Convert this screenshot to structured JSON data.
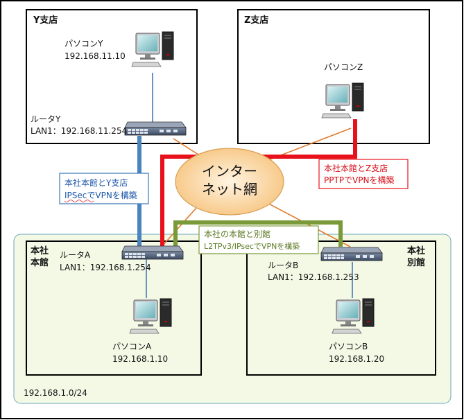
{
  "offices": {
    "y_branch": {
      "title": "Y支店"
    },
    "z_branch": {
      "title": "Z支店"
    },
    "hq_main": {
      "title_line1": "本社",
      "title_line2": "本館"
    },
    "hq_annex": {
      "title_line1": "本社",
      "title_line2": "別館"
    }
  },
  "devices": {
    "pc_y": {
      "name": "パソコンY",
      "ip": "192.168.11.10"
    },
    "router_y": {
      "name": "ルータY",
      "lan": "LAN1：192.168.11.254"
    },
    "pc_z": {
      "name": "パソコンZ"
    },
    "router_a": {
      "name": "ルータA",
      "lan": "LAN1：192.168.1.254"
    },
    "router_b": {
      "name": "ルータB",
      "lan": "LAN1：192.168.1.253"
    },
    "pc_a": {
      "name": "パソコンA",
      "ip": "192.168.1.10"
    },
    "pc_b": {
      "name": "パソコンB",
      "ip": "192.168.1.20"
    }
  },
  "internet": {
    "line1": "インター",
    "line2": "ネット網"
  },
  "vpn_labels": {
    "y_vpn": {
      "line1": "本社本館とY支店",
      "line2": "IPSecでVPNを構築",
      "color": "#3a78b8"
    },
    "z_vpn": {
      "line1": "本社本館とZ支店",
      "line2": "PPTPでVPNを構築",
      "color": "#e8101a"
    },
    "annex_vpn": {
      "line1": "本社の本館と別館",
      "line2": "L2TPv3/IPsecでVPNを構築",
      "color": "#7a9a3a"
    }
  },
  "network": {
    "label": "192.168.1.0/24"
  },
  "colors": {
    "orange_links": "#e07a2c",
    "lan_link": "#3a6fb0",
    "hq_fill": "#f4f9e6",
    "cloud": "#f9cf8a"
  }
}
